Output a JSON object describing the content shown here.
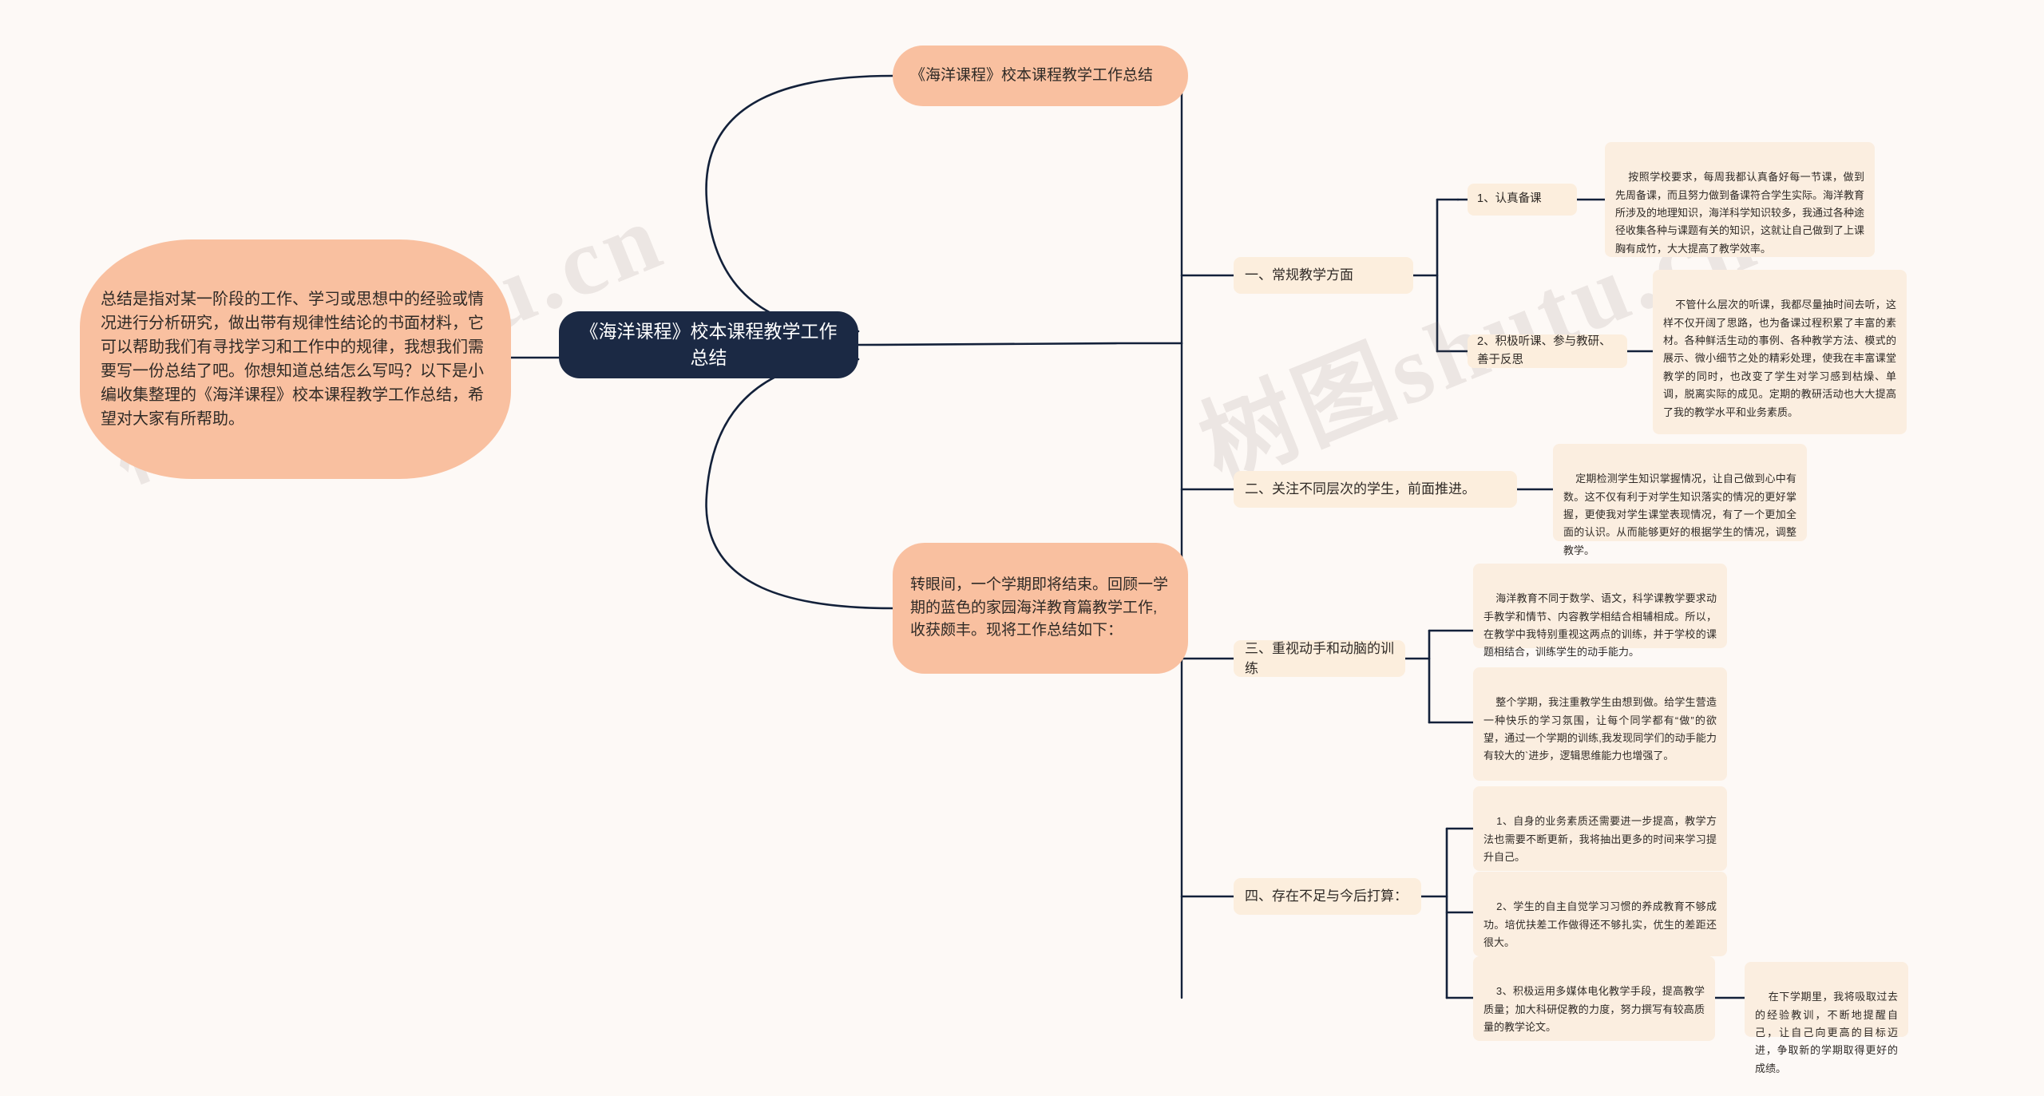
{
  "meta": {
    "watermark": "树图shutu.cn",
    "bg_color": "#fdf9f6",
    "root_color": "#1b2944",
    "accent_orange": "#f9c0a0",
    "branch_bg": "#fceedd",
    "leaf_bg": "#fbeee0"
  },
  "root": {
    "label": "《海洋课程》校本课程教学工作总结"
  },
  "intro": {
    "label": "总结是指对某一阶段的工作、学习或思想中的经验或情况进行分析研究，做出带有规律性结论的书面材料，它可以帮助我们有寻找学习和工作中的规律，我想我们需要写一份总结了吧。你想知道总结怎么写吗？以下是小编收集整理的《海洋课程》校本课程教学工作总结，希望对大家有所帮助。"
  },
  "title_branch": {
    "label": "《海洋课程》校本课程教学工作总结"
  },
  "opening_branch": {
    "label": "转眼间，一个学期即将结束。回顾一学期的蓝色的家园海洋教育篇教学工作,收获颇丰。现将工作总结如下："
  },
  "branches": [
    {
      "label": "一、常规教学方面",
      "children": [
        {
          "label": "1、认真备课",
          "detail": "按照学校要求，每周我都认真备好每一节课，做到先周备课，而且努力做到备课符合学生实际。海洋教育所涉及的地理知识，海洋科学知识较多，我通过各种途径收集各种与课题有关的知识，这就让自己做到了上课胸有成竹，大大提高了教学效率。"
        },
        {
          "label": "2、积极听课、参与教研、善于反思",
          "detail": "不管什么层次的听课，我都尽量抽时间去听，这样不仅开阔了思路，也为备课过程积累了丰富的素材。各种鲜活生动的事例、各种教学方法、模式的展示、微小细节之处的精彩处理，使我在丰富课堂教学的同时，也改变了学生对学习感到枯燥、单调，脱离实际的成见。定期的教研活动也大大提高了我的教学水平和业务素质。"
        }
      ]
    },
    {
      "label": "二、关注不同层次的学生，前面推进。",
      "children": [
        {
          "label": "",
          "detail": "定期检测学生知识掌握情况，让自己做到心中有数。这不仅有利于对学生知识落实的情况的更好掌握，更使我对学生课堂表现情况，有了一个更加全面的认识。从而能够更好的根据学生的情况，调整教学。"
        }
      ]
    },
    {
      "label": "三、重视动手和动脑的训练",
      "children": [
        {
          "label": "",
          "detail": "海洋教育不同于数学、语文，科学课教学要求动手教学和情节、内容教学相结合相辅相成。所以，在教学中我特别重视这两点的训练，并于学校的课题相结合，训练学生的动手能力。"
        },
        {
          "label": "",
          "detail": "整个学期，我注重教学生由想到做。给学生营造一种快乐的学习氛围，让每个同学都有“做”的欲望，通过一个学期的训练,我发现同学们的动手能力有较大的`进步，逻辑思维能力也增强了。"
        }
      ]
    },
    {
      "label": "四、存在不足与今后打算：",
      "children": [
        {
          "label": "1、自身的业务素质还需要进一步提高，教学方法也需要不断更新，我将抽出更多的时间来学习提升自己。",
          "detail": ""
        },
        {
          "label": "2、学生的自主自觉学习习惯的养成教育不够成功。培优扶差工作做得还不够扎实，优生的差距还很大。",
          "detail": ""
        },
        {
          "label": "3、积极运用多媒体电化教学手段，提高教学质量；加大科研促教的力度，努力撰写有较高质量的教学论文。",
          "detail": "在下学期里，我将吸取过去的经验教训，不断地提醒自己，让自己向更高的目标迈进，争取新的学期取得更好的成绩。"
        }
      ]
    }
  ]
}
